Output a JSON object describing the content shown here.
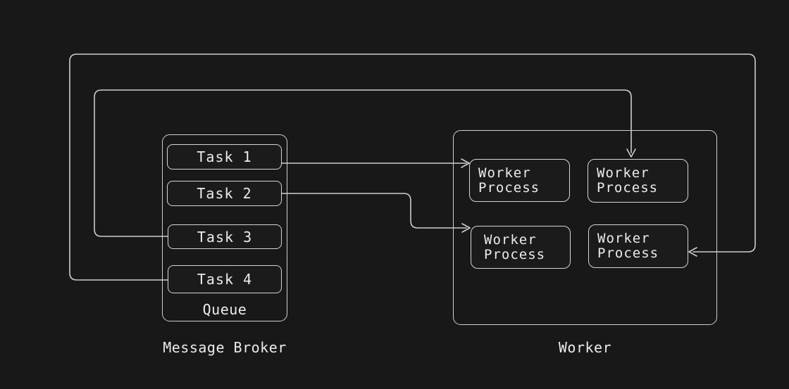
{
  "diagram": {
    "background_color": "#181818",
    "stroke_color": "#cdcdcd",
    "text_color": "#ececec",
    "message_broker": {
      "label": "Message Broker",
      "queue": {
        "label": "Queue",
        "tasks": [
          "Task 1",
          "Task 2",
          "Task 3",
          "Task 4"
        ]
      }
    },
    "worker": {
      "label": "Worker",
      "processes": [
        "Worker Process",
        "Worker Process",
        "Worker Process",
        "Worker Process"
      ]
    },
    "connections": [
      {
        "from": "Task 1",
        "to": "Worker Process (top-left)"
      },
      {
        "from": "Task 2",
        "to": "Worker Process (bottom-left)"
      },
      {
        "from": "Task 3",
        "to": "Worker Process (top-right)"
      },
      {
        "from": "Task 4",
        "to": "Worker Process (bottom-right)"
      }
    ]
  }
}
